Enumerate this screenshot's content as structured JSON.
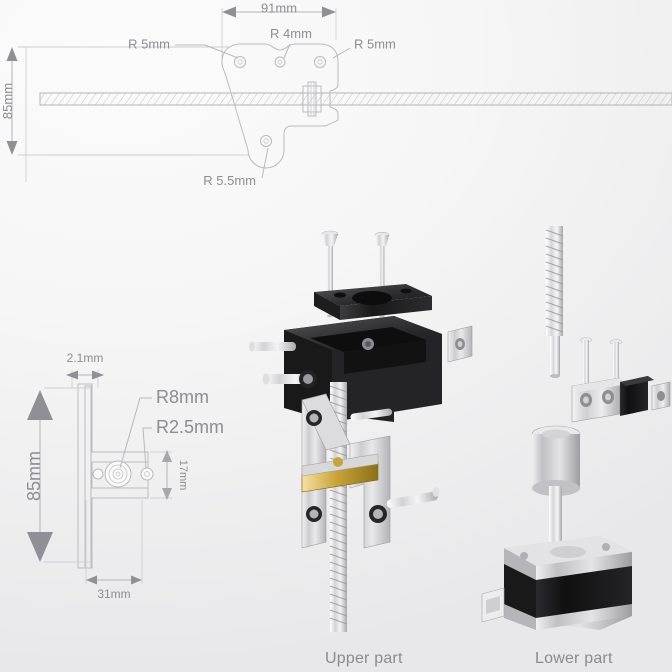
{
  "meta": {
    "background_top": "#fbfbfb",
    "background_bottom": "#e6e6e8",
    "line_color": "#bcbcc0",
    "text_color": "#8d8d92"
  },
  "top_drawing": {
    "name": "mounting-bracket-front-view",
    "dimensions": {
      "width_label": "91mm",
      "height_label": "85mm"
    },
    "radii": [
      {
        "label": "R 5mm",
        "target": "top-left-hole"
      },
      {
        "label": "R 4mm",
        "target": "top-center-hole"
      },
      {
        "label": "R 5mm",
        "target": "top-right-hole"
      },
      {
        "label": "R 5.5mm",
        "target": "bottom-hole"
      }
    ]
  },
  "side_drawing": {
    "name": "mounting-bracket-side-view",
    "dimensions": {
      "thickness_label": "2.1mm",
      "height_label": "85mm",
      "depth_label": "31mm",
      "offset_label": "17mm"
    },
    "radii": [
      {
        "label": "R8mm",
        "target": "boss-large"
      },
      {
        "label": "R2.5mm",
        "target": "boss-small"
      }
    ]
  },
  "assemblies": [
    {
      "name": "upper-part",
      "label": "Upper part"
    },
    {
      "name": "lower-part",
      "label": "Lower part"
    }
  ]
}
